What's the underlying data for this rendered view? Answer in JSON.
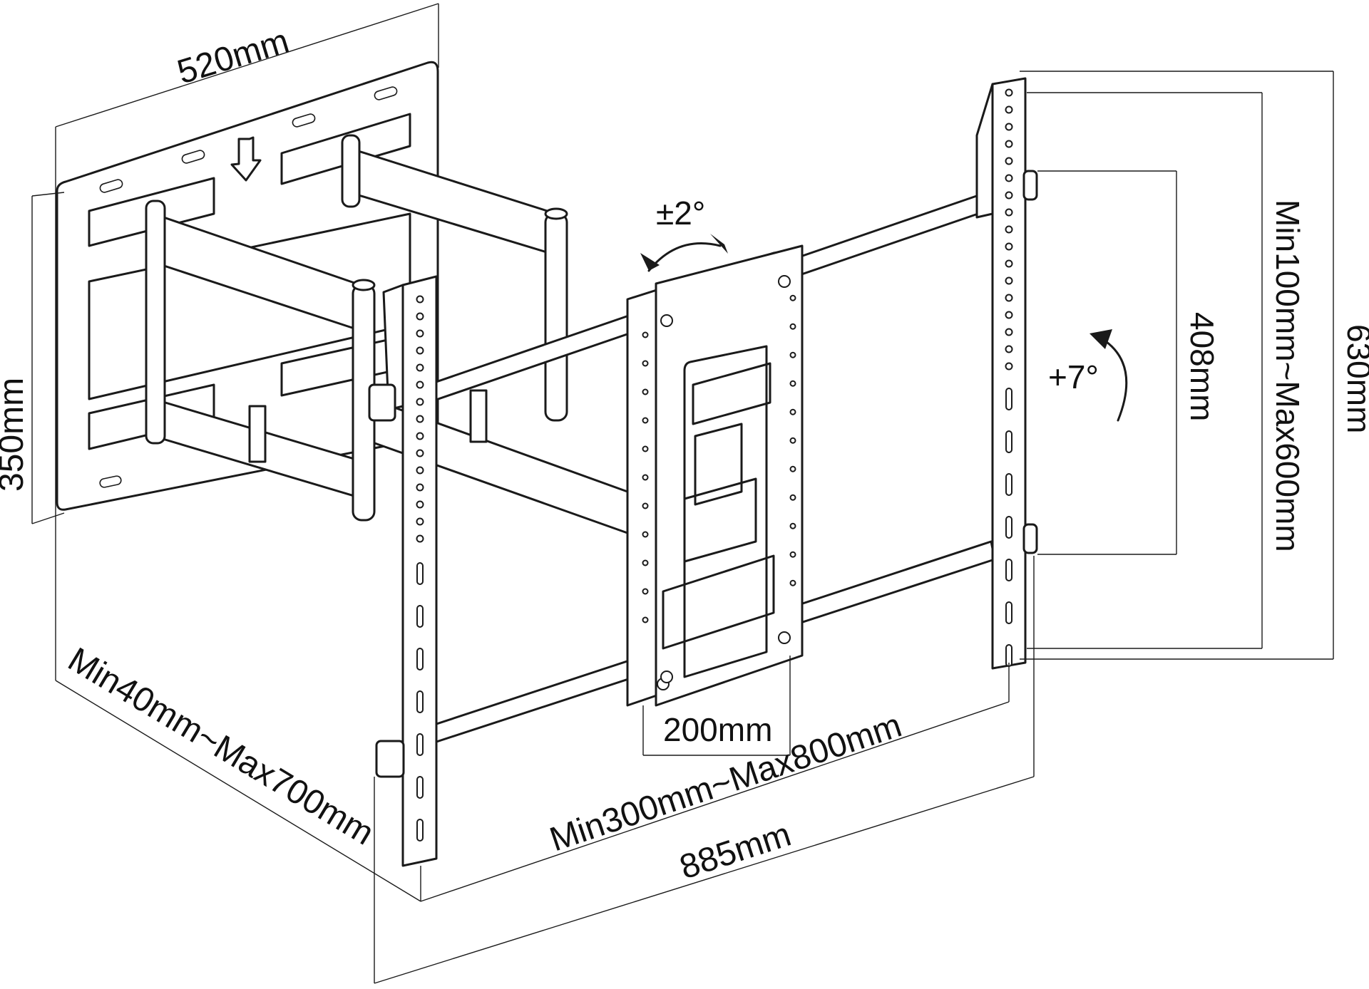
{
  "diagram": {
    "dimensions": {
      "wall_plate_width": "520mm",
      "wall_plate_height": "350mm",
      "extension": "Min40mm~Max700mm",
      "arm_spacing": "Min300mm~Max800mm",
      "total_width": "885mm",
      "center_plate_width": "200mm",
      "rail_height": "630mm",
      "vesa_vertical": "Min100mm~Max600mm",
      "bracket_spacing": "408mm"
    },
    "angles": {
      "swivel": "±2°",
      "tilt": "+7°"
    },
    "icons": [
      "up-arrow-icon",
      "swivel-arrow-icon",
      "tilt-arrow-icon"
    ]
  }
}
